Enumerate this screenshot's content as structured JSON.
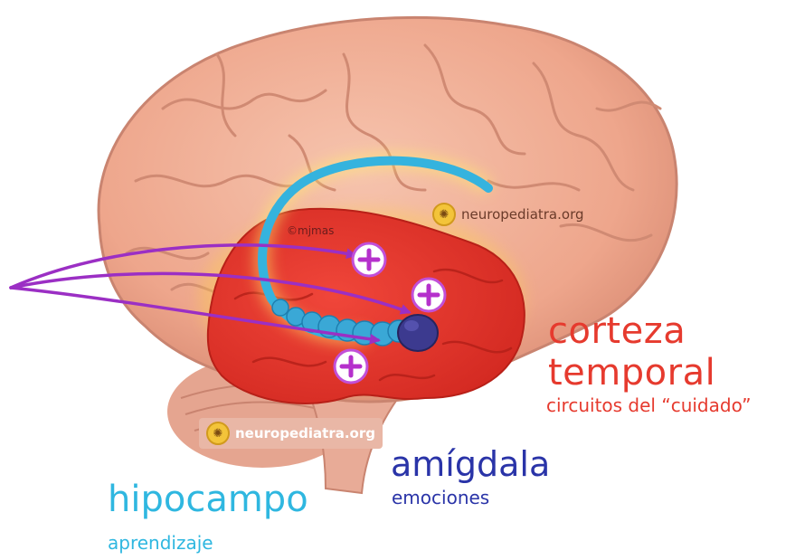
{
  "labels": {
    "corteza_line1": "corteza",
    "corteza_line2": "temporal",
    "corteza_sub": "circuitos del “cuidado”",
    "amigdala": "amígdala",
    "amigdala_sub": "emociones",
    "hipocampo": "hipocampo",
    "hipocampo_sub": "aprendizaje"
  },
  "watermarks": {
    "site_top": "neuropediatra.org",
    "site_bottom": "neuropediatra.org",
    "copyright": "©mjmas"
  },
  "icons": {
    "watermark_logo": "brain-logo-icon",
    "plus_marker": "plus-circle-icon"
  },
  "colors": {
    "brain": "#f0ab93",
    "temporal_cortex": "#e5352b",
    "hippocampus": "#35b3de",
    "amygdala": "#3c3a8f",
    "arrows": "#9b2fc4",
    "label_red": "#e63a2e",
    "label_blue": "#2a34a8",
    "label_cyan": "#2fb7e0"
  }
}
